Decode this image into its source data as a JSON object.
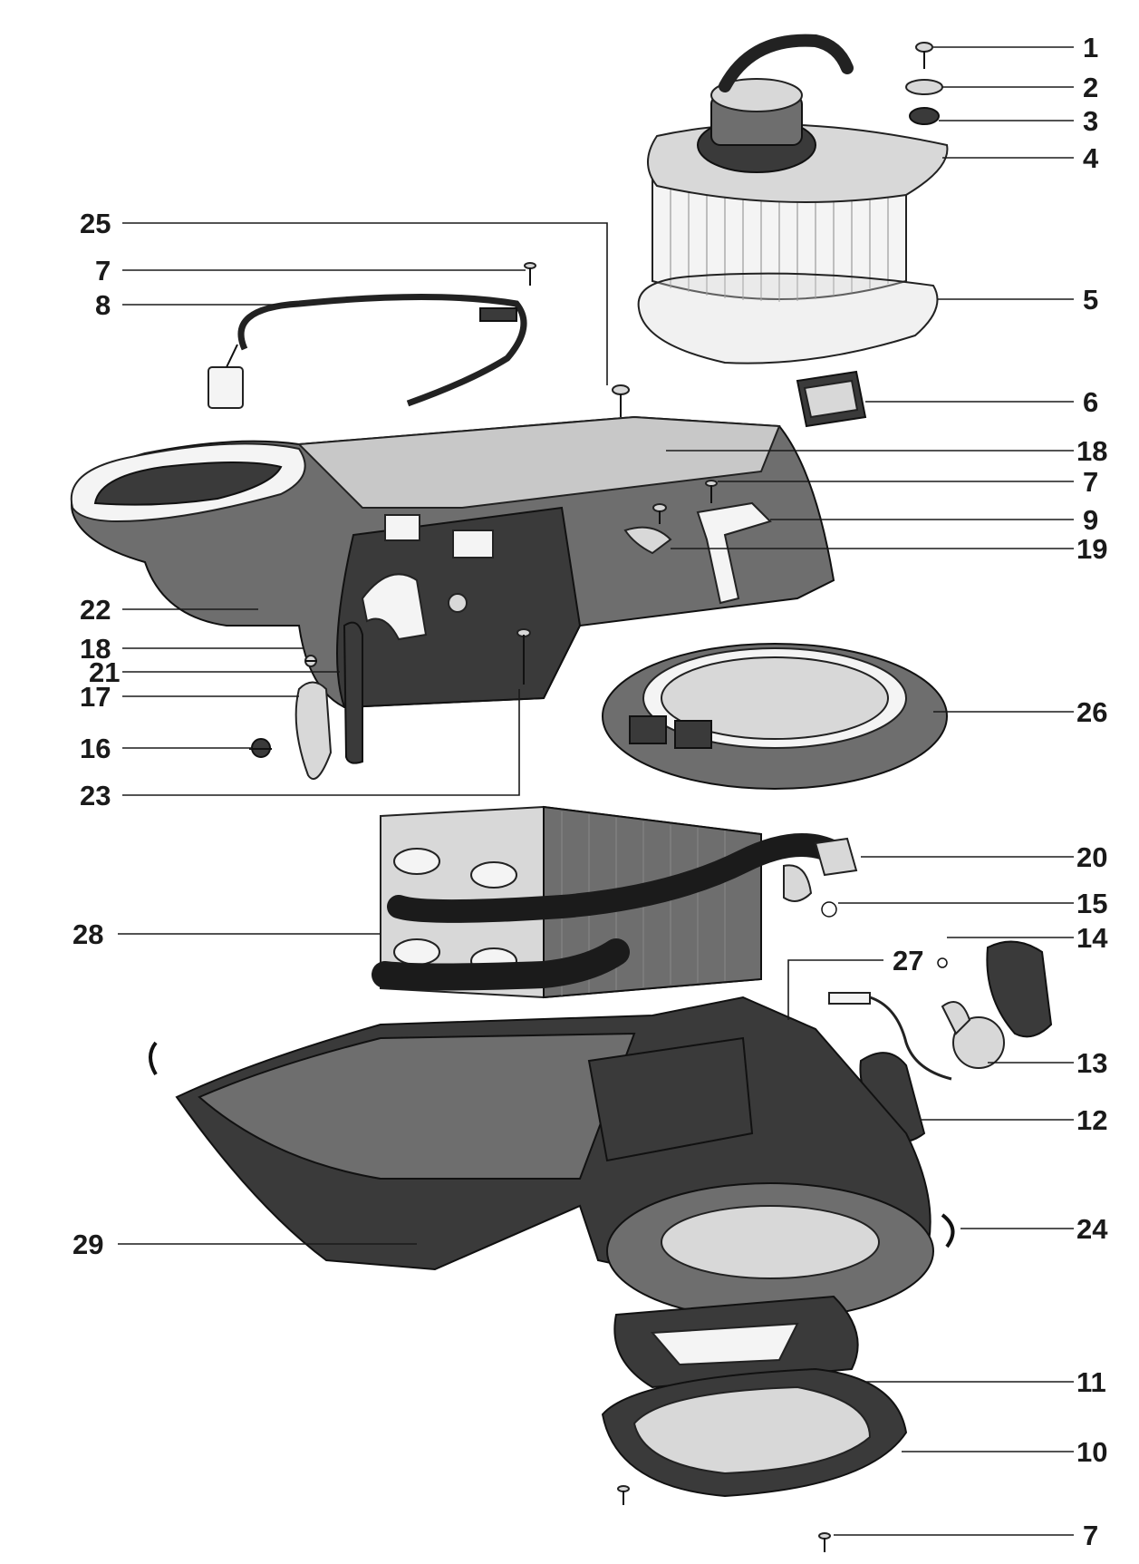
{
  "callouts": [
    {
      "id": "c1",
      "label": "1"
    },
    {
      "id": "c2",
      "label": "2"
    },
    {
      "id": "c3",
      "label": "3"
    },
    {
      "id": "c4",
      "label": "4"
    },
    {
      "id": "c5",
      "label": "5"
    },
    {
      "id": "c6",
      "label": "6"
    },
    {
      "id": "c7a",
      "label": "7"
    },
    {
      "id": "c7b",
      "label": "7"
    },
    {
      "id": "c7c",
      "label": "7"
    },
    {
      "id": "c8",
      "label": "8"
    },
    {
      "id": "c9",
      "label": "9"
    },
    {
      "id": "c10",
      "label": "10"
    },
    {
      "id": "c11",
      "label": "11"
    },
    {
      "id": "c12",
      "label": "12"
    },
    {
      "id": "c13",
      "label": "13"
    },
    {
      "id": "c14",
      "label": "14"
    },
    {
      "id": "c15",
      "label": "15"
    },
    {
      "id": "c16",
      "label": "16"
    },
    {
      "id": "c17",
      "label": "17"
    },
    {
      "id": "c18a",
      "label": "18"
    },
    {
      "id": "c18b",
      "label": "18"
    },
    {
      "id": "c19",
      "label": "19"
    },
    {
      "id": "c20",
      "label": "20"
    },
    {
      "id": "c21",
      "label": "21"
    },
    {
      "id": "c22",
      "label": "22"
    },
    {
      "id": "c23",
      "label": "23"
    },
    {
      "id": "c24",
      "label": "24"
    },
    {
      "id": "c25",
      "label": "25"
    },
    {
      "id": "c26",
      "label": "26"
    },
    {
      "id": "c27",
      "label": "27"
    },
    {
      "id": "c28",
      "label": "28"
    },
    {
      "id": "c29",
      "label": "29"
    }
  ]
}
